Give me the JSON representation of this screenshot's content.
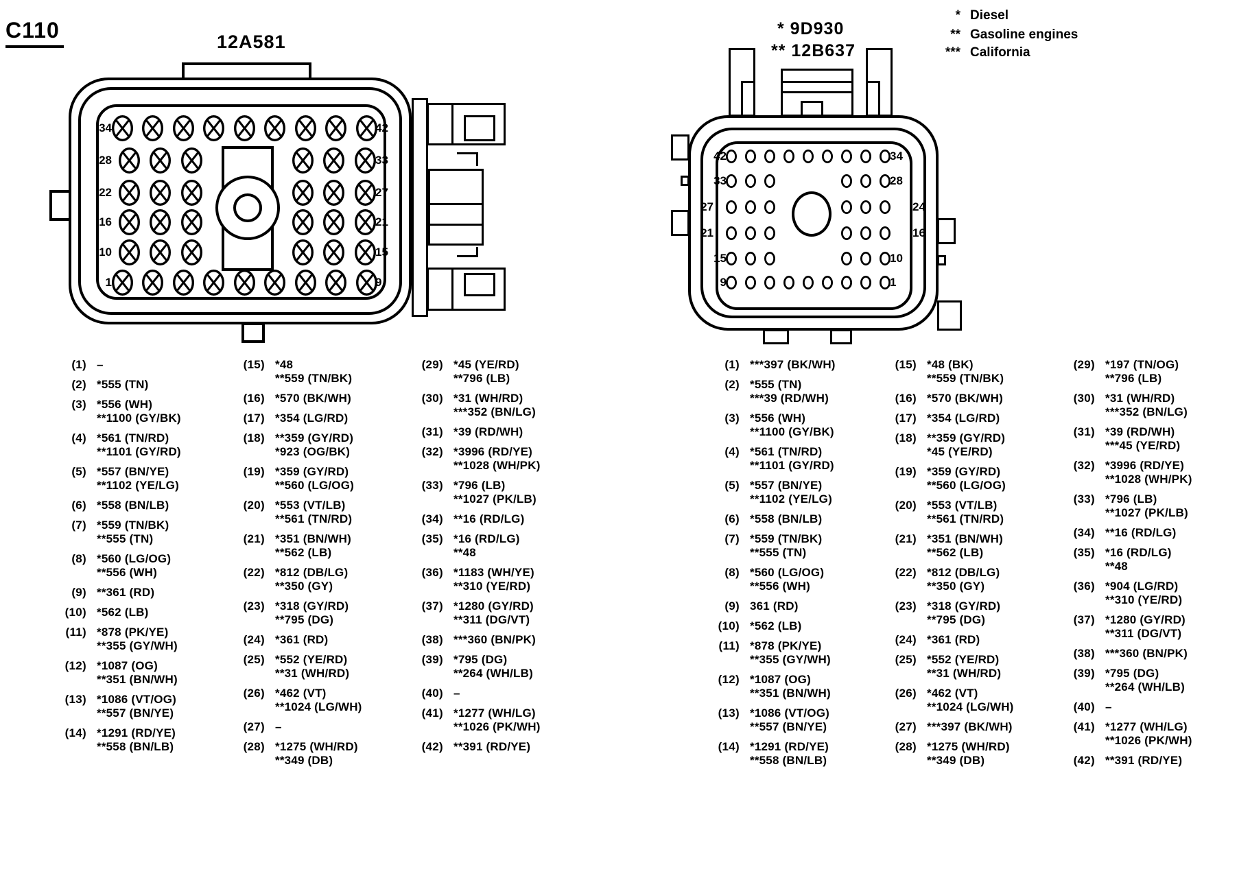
{
  "page": {
    "connector_id": "C110",
    "legend": [
      {
        "stars": "*",
        "label": "Diesel"
      },
      {
        "stars": "**",
        "label": "Gasoline engines"
      },
      {
        "stars": "***",
        "label": "California"
      }
    ]
  },
  "connector_a": {
    "title": "12A581",
    "pin_style": "x-circle",
    "rows": [
      {
        "left": "34",
        "right": "42",
        "layout": "full"
      },
      {
        "left": "28",
        "right": "33",
        "layout": "split"
      },
      {
        "left": "22",
        "right": "27",
        "layout": "split"
      },
      {
        "left": "16",
        "right": "21",
        "layout": "split"
      },
      {
        "left": "10",
        "right": "15",
        "layout": "split"
      },
      {
        "left": "1",
        "right": "9",
        "layout": "full"
      }
    ]
  },
  "connector_b": {
    "titles": [
      "* 9D930",
      "** 12B637"
    ],
    "pin_style": "circle",
    "rows": [
      {
        "left": "42",
        "right": "34",
        "layout": "full"
      },
      {
        "left": "33",
        "right": "28",
        "layout": "split"
      },
      {
        "left": "27",
        "right": "24",
        "layout": "split",
        "outer_labels": true
      },
      {
        "left": "21",
        "right": "16",
        "layout": "split",
        "outer_labels": true
      },
      {
        "left": "15",
        "right": "10",
        "layout": "split"
      },
      {
        "left": "9",
        "right": "1",
        "layout": "full"
      }
    ]
  },
  "list_a": {
    "columns": [
      [
        {
          "n": "(1)",
          "lines": [
            "–"
          ]
        },
        {
          "n": "(2)",
          "lines": [
            "*555 (TN)"
          ]
        },
        {
          "n": "(3)",
          "lines": [
            "*556 (WH)",
            "**1100 (GY/BK)"
          ]
        },
        {
          "n": "(4)",
          "lines": [
            "*561 (TN/RD)",
            "**1101 (GY/RD)"
          ]
        },
        {
          "n": "(5)",
          "lines": [
            "*557 (BN/YE)",
            "**1102 (YE/LG)"
          ]
        },
        {
          "n": "(6)",
          "lines": [
            "*558 (BN/LB)"
          ]
        },
        {
          "n": "(7)",
          "lines": [
            "*559 (TN/BK)",
            "**555 (TN)"
          ]
        },
        {
          "n": "(8)",
          "lines": [
            "*560 (LG/OG)",
            "**556 (WH)"
          ]
        },
        {
          "n": "(9)",
          "lines": [
            "**361 (RD)"
          ]
        },
        {
          "n": "(10)",
          "lines": [
            "*562 (LB)"
          ]
        },
        {
          "n": "(11)",
          "lines": [
            "*878 (PK/YE)",
            "**355 (GY/WH)"
          ]
        },
        {
          "n": "(12)",
          "lines": [
            "*1087 (OG)",
            "**351 (BN/WH)"
          ]
        },
        {
          "n": "(13)",
          "lines": [
            "*1086 (VT/OG)",
            "**557 (BN/YE)"
          ]
        },
        {
          "n": "(14)",
          "lines": [
            "*1291 (RD/YE)",
            "**558 (BN/LB)"
          ]
        }
      ],
      [
        {
          "n": "(15)",
          "lines": [
            "*48",
            "**559 (TN/BK)"
          ]
        },
        {
          "n": "(16)",
          "lines": [
            "*570 (BK/WH)"
          ]
        },
        {
          "n": "(17)",
          "lines": [
            "*354 (LG/RD)"
          ]
        },
        {
          "n": "(18)",
          "lines": [
            "**359 (GY/RD)",
            "*923 (OG/BK)"
          ]
        },
        {
          "n": "(19)",
          "lines": [
            "*359 (GY/RD)",
            "**560 (LG/OG)"
          ]
        },
        {
          "n": "(20)",
          "lines": [
            "*553 (VT/LB)",
            "**561 (TN/RD)"
          ]
        },
        {
          "n": "(21)",
          "lines": [
            "*351 (BN/WH)",
            "**562 (LB)"
          ]
        },
        {
          "n": "(22)",
          "lines": [
            "*812 (DB/LG)",
            "**350 (GY)"
          ]
        },
        {
          "n": "(23)",
          "lines": [
            "*318 (GY/RD)",
            "**795 (DG)"
          ]
        },
        {
          "n": "(24)",
          "lines": [
            "*361 (RD)"
          ]
        },
        {
          "n": "(25)",
          "lines": [
            "*552 (YE/RD)",
            "**31 (WH/RD)"
          ]
        },
        {
          "n": "(26)",
          "lines": [
            "*462 (VT)",
            "**1024 (LG/WH)"
          ]
        },
        {
          "n": "(27)",
          "lines": [
            "–"
          ]
        },
        {
          "n": "(28)",
          "lines": [
            "*1275 (WH/RD)",
            "**349 (DB)"
          ]
        }
      ],
      [
        {
          "n": "(29)",
          "lines": [
            "*45 (YE/RD)",
            "**796 (LB)"
          ]
        },
        {
          "n": "(30)",
          "lines": [
            "*31 (WH/RD)",
            "***352 (BN/LG)"
          ]
        },
        {
          "n": "(31)",
          "lines": [
            "*39 (RD/WH)"
          ]
        },
        {
          "n": "(32)",
          "lines": [
            "*3996 (RD/YE)",
            "**1028 (WH/PK)"
          ]
        },
        {
          "n": "(33)",
          "lines": [
            "*796 (LB)",
            "**1027 (PK/LB)"
          ]
        },
        {
          "n": "(34)",
          "lines": [
            "**16 (RD/LG)"
          ]
        },
        {
          "n": "(35)",
          "lines": [
            "*16 (RD/LG)",
            "**48"
          ]
        },
        {
          "n": "(36)",
          "lines": [
            "*1183 (WH/YE)",
            "**310 (YE/RD)"
          ]
        },
        {
          "n": "(37)",
          "lines": [
            "*1280 (GY/RD)",
            "**311 (DG/VT)"
          ]
        },
        {
          "n": "(38)",
          "lines": [
            "***360 (BN/PK)"
          ]
        },
        {
          "n": "(39)",
          "lines": [
            "*795 (DG)",
            "**264 (WH/LB)"
          ]
        },
        {
          "n": "(40)",
          "lines": [
            "–"
          ]
        },
        {
          "n": "(41)",
          "lines": [
            "*1277 (WH/LG)",
            "**1026 (PK/WH)"
          ]
        },
        {
          "n": "(42)",
          "lines": [
            "**391 (RD/YE)"
          ]
        }
      ]
    ]
  },
  "list_b": {
    "columns": [
      [
        {
          "n": "(1)",
          "lines": [
            "***397 (BK/WH)"
          ]
        },
        {
          "n": "(2)",
          "lines": [
            "*555 (TN)",
            "***39 (RD/WH)"
          ]
        },
        {
          "n": "(3)",
          "lines": [
            "*556 (WH)",
            "**1100 (GY/BK)"
          ]
        },
        {
          "n": "(4)",
          "lines": [
            "*561 (TN/RD)",
            "**1101 (GY/RD)"
          ]
        },
        {
          "n": "(5)",
          "lines": [
            "*557 (BN/YE)",
            "**1102 (YE/LG)"
          ]
        },
        {
          "n": "(6)",
          "lines": [
            "*558 (BN/LB)"
          ]
        },
        {
          "n": "(7)",
          "lines": [
            "*559 (TN/BK)",
            "**555 (TN)"
          ]
        },
        {
          "n": "(8)",
          "lines": [
            "*560 (LG/OG)",
            "**556 (WH)"
          ]
        },
        {
          "n": "(9)",
          "lines": [
            "361 (RD)"
          ]
        },
        {
          "n": "(10)",
          "lines": [
            "*562 (LB)"
          ]
        },
        {
          "n": "(11)",
          "lines": [
            "*878 (PK/YE)",
            "**355 (GY/WH)"
          ]
        },
        {
          "n": "(12)",
          "lines": [
            "*1087 (OG)",
            "**351 (BN/WH)"
          ]
        },
        {
          "n": "(13)",
          "lines": [
            "*1086 (VT/OG)",
            "**557 (BN/YE)"
          ]
        },
        {
          "n": "(14)",
          "lines": [
            "*1291 (RD/YE)",
            "**558 (BN/LB)"
          ]
        }
      ],
      [
        {
          "n": "(15)",
          "lines": [
            "*48 (BK)",
            "**559 (TN/BK)"
          ]
        },
        {
          "n": "(16)",
          "lines": [
            "*570 (BK/WH)"
          ]
        },
        {
          "n": "(17)",
          "lines": [
            "*354 (LG/RD)"
          ]
        },
        {
          "n": "(18)",
          "lines": [
            "**359 (GY/RD)",
            "*45 (YE/RD)"
          ]
        },
        {
          "n": "(19)",
          "lines": [
            "*359 (GY/RD)",
            "**560 (LG/OG)"
          ]
        },
        {
          "n": "(20)",
          "lines": [
            "*553 (VT/LB)",
            "**561 (TN/RD)"
          ]
        },
        {
          "n": "(21)",
          "lines": [
            "*351 (BN/WH)",
            "**562 (LB)"
          ]
        },
        {
          "n": "(22)",
          "lines": [
            "*812 (DB/LG)",
            "**350 (GY)"
          ]
        },
        {
          "n": "(23)",
          "lines": [
            "*318 (GY/RD)",
            "**795 (DG)"
          ]
        },
        {
          "n": "(24)",
          "lines": [
            "*361 (RD)"
          ]
        },
        {
          "n": "(25)",
          "lines": [
            "*552 (YE/RD)",
            "**31 (WH/RD)"
          ]
        },
        {
          "n": "(26)",
          "lines": [
            "*462 (VT)",
            "**1024 (LG/WH)"
          ]
        },
        {
          "n": "(27)",
          "lines": [
            "***397 (BK/WH)"
          ]
        },
        {
          "n": "(28)",
          "lines": [
            "*1275 (WH/RD)",
            "**349 (DB)"
          ]
        }
      ],
      [
        {
          "n": "(29)",
          "lines": [
            "*197 (TN/OG)",
            "**796 (LB)"
          ]
        },
        {
          "n": "(30)",
          "lines": [
            "*31 (WH/RD)",
            "***352 (BN/LG)"
          ]
        },
        {
          "n": "(31)",
          "lines": [
            "*39 (RD/WH)",
            "***45 (YE/RD)"
          ]
        },
        {
          "n": "(32)",
          "lines": [
            "*3996 (RD/YE)",
            "**1028 (WH/PK)"
          ]
        },
        {
          "n": "(33)",
          "lines": [
            "*796 (LB)",
            "**1027 (PK/LB)"
          ]
        },
        {
          "n": "(34)",
          "lines": [
            "**16 (RD/LG)"
          ]
        },
        {
          "n": "(35)",
          "lines": [
            "*16 (RD/LG)",
            "**48"
          ]
        },
        {
          "n": "(36)",
          "lines": [
            "*904 (LG/RD)",
            "**310 (YE/RD)"
          ]
        },
        {
          "n": "(37)",
          "lines": [
            "*1280 (GY/RD)",
            "**311 (DG/VT)"
          ]
        },
        {
          "n": "(38)",
          "lines": [
            "***360 (BN/PK)"
          ]
        },
        {
          "n": "(39)",
          "lines": [
            "*795 (DG)",
            "**264 (WH/LB)"
          ]
        },
        {
          "n": "(40)",
          "lines": [
            "–"
          ]
        },
        {
          "n": "(41)",
          "lines": [
            "*1277 (WH/LG)",
            "**1026 (PK/WH)"
          ]
        },
        {
          "n": "(42)",
          "lines": [
            "**391 (RD/YE)"
          ]
        }
      ]
    ]
  }
}
